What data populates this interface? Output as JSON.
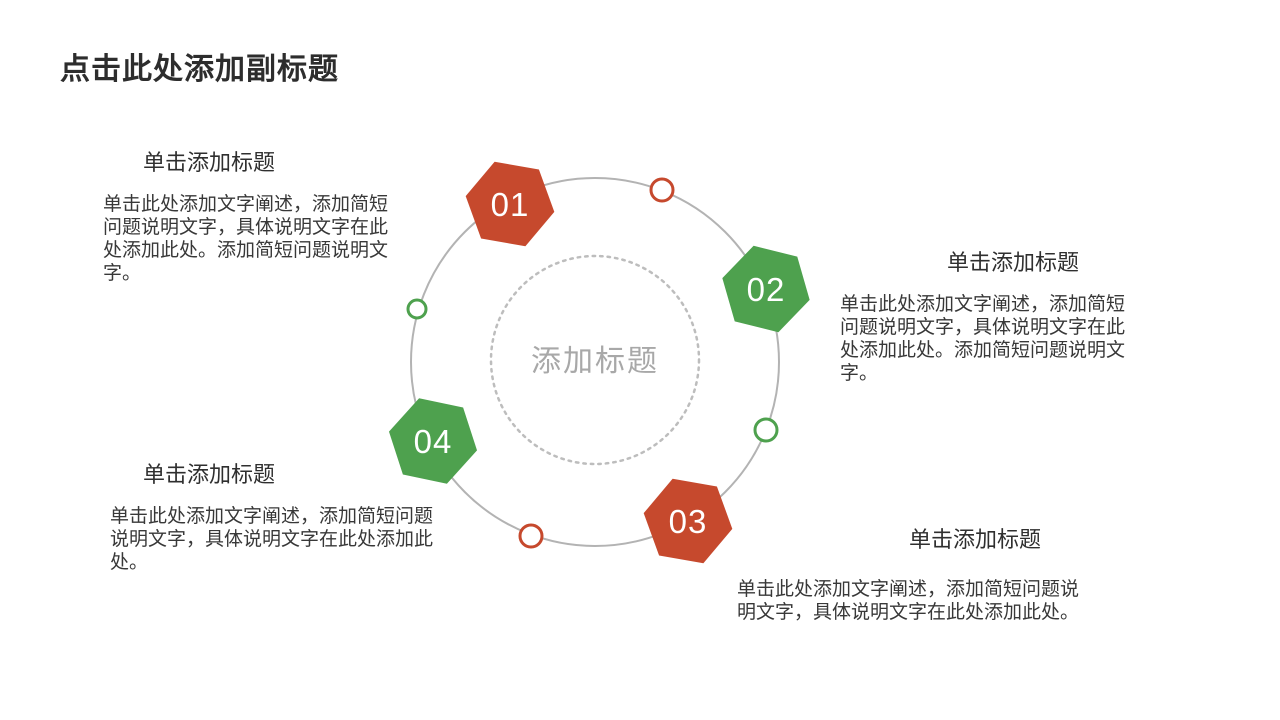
{
  "slide": {
    "title": "点击此处添加副标题"
  },
  "diagram": {
    "center_label": "添加标题",
    "colors": {
      "red": "#c6492d",
      "green": "#4ea14e",
      "ring_gray": "#b3b3b3",
      "dotted_gray": "#bdbdbd",
      "center_text_gray": "#a8a8a8"
    },
    "nodes": [
      {
        "number": "01",
        "color": "red"
      },
      {
        "number": "02",
        "color": "green"
      },
      {
        "number": "03",
        "color": "red"
      },
      {
        "number": "04",
        "color": "green"
      }
    ]
  },
  "blocks": [
    {
      "heading": "单击添加标题",
      "body": "单击此处添加文字阐述，添加简短问题说明文字，具体说明文字在此处添加此处。添加简短问题说明文字。"
    },
    {
      "heading": "单击添加标题",
      "body": "单击此处添加文字阐述，添加简短问题说明文字，具体说明文字在此处添加此处。添加简短问题说明文字。"
    },
    {
      "heading": "单击添加标题",
      "body": "单击此处添加文字阐述，添加简短问题说明文字，具体说明文字在此处添加此处。"
    },
    {
      "heading": "单击添加标题",
      "body": "单击此处添加文字阐述，添加简短问题说明文字，具体说明文字在此处添加此处。"
    }
  ]
}
